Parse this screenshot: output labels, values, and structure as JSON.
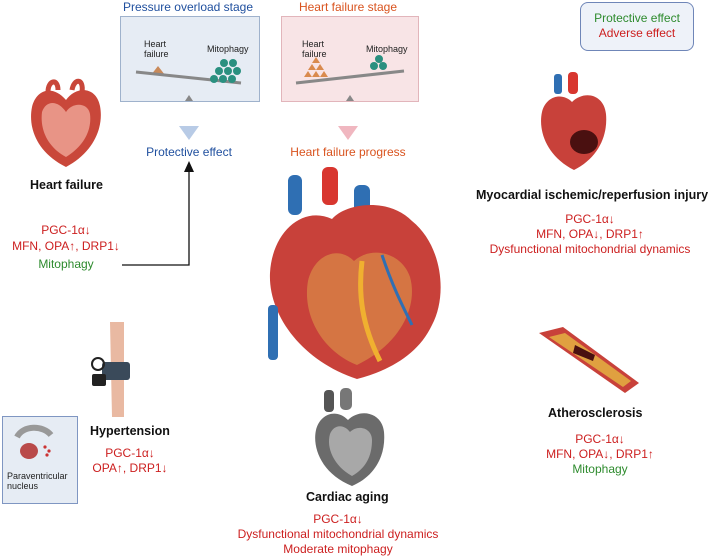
{
  "legend": {
    "protective": "Protective effect",
    "adverse": "Adverse effect"
  },
  "stages": {
    "pressure": {
      "title": "Pressure overload stage",
      "left": "Heart failure",
      "right": "Mitophagy",
      "effect": "Protective effect"
    },
    "hf": {
      "title": "Heart failure stage",
      "left": "Heart failure",
      "right": "Mitophagy",
      "effect": "Heart failure progress"
    }
  },
  "heart_failure": {
    "title": "Heart failure",
    "lines": [
      "PGC-1α↓",
      "MFN, OPA↑, DRP1↓",
      "Mitophagy"
    ]
  },
  "ischemia": {
    "title": "Myocardial ischemic/reperfusion injury",
    "lines": [
      "PGC-1α↓",
      "MFN, OPA↓, DRP1↑",
      "Dysfunctional mitochondrial dynamics"
    ]
  },
  "hypertension": {
    "title": "Hypertension",
    "lines": [
      "PGC-1α↓",
      "OPA↑, DRP1↓"
    ],
    "inset": "Paraventricular nucleus"
  },
  "atherosclerosis": {
    "title": "Atherosclerosis",
    "lines": [
      "PGC-1α↓",
      "MFN, OPA↓, DRP1↑",
      "Mitophagy"
    ]
  },
  "aging": {
    "title": "Cardiac aging",
    "lines": [
      "PGC-1α↓",
      "Dysfunctional mitochondrial dynamics",
      "Moderate mitophagy"
    ]
  },
  "colors": {
    "protective": "#2e8b2e",
    "adverse": "#cc1f1f",
    "blue": "#1f4f9e",
    "orange": "#d9531e"
  }
}
